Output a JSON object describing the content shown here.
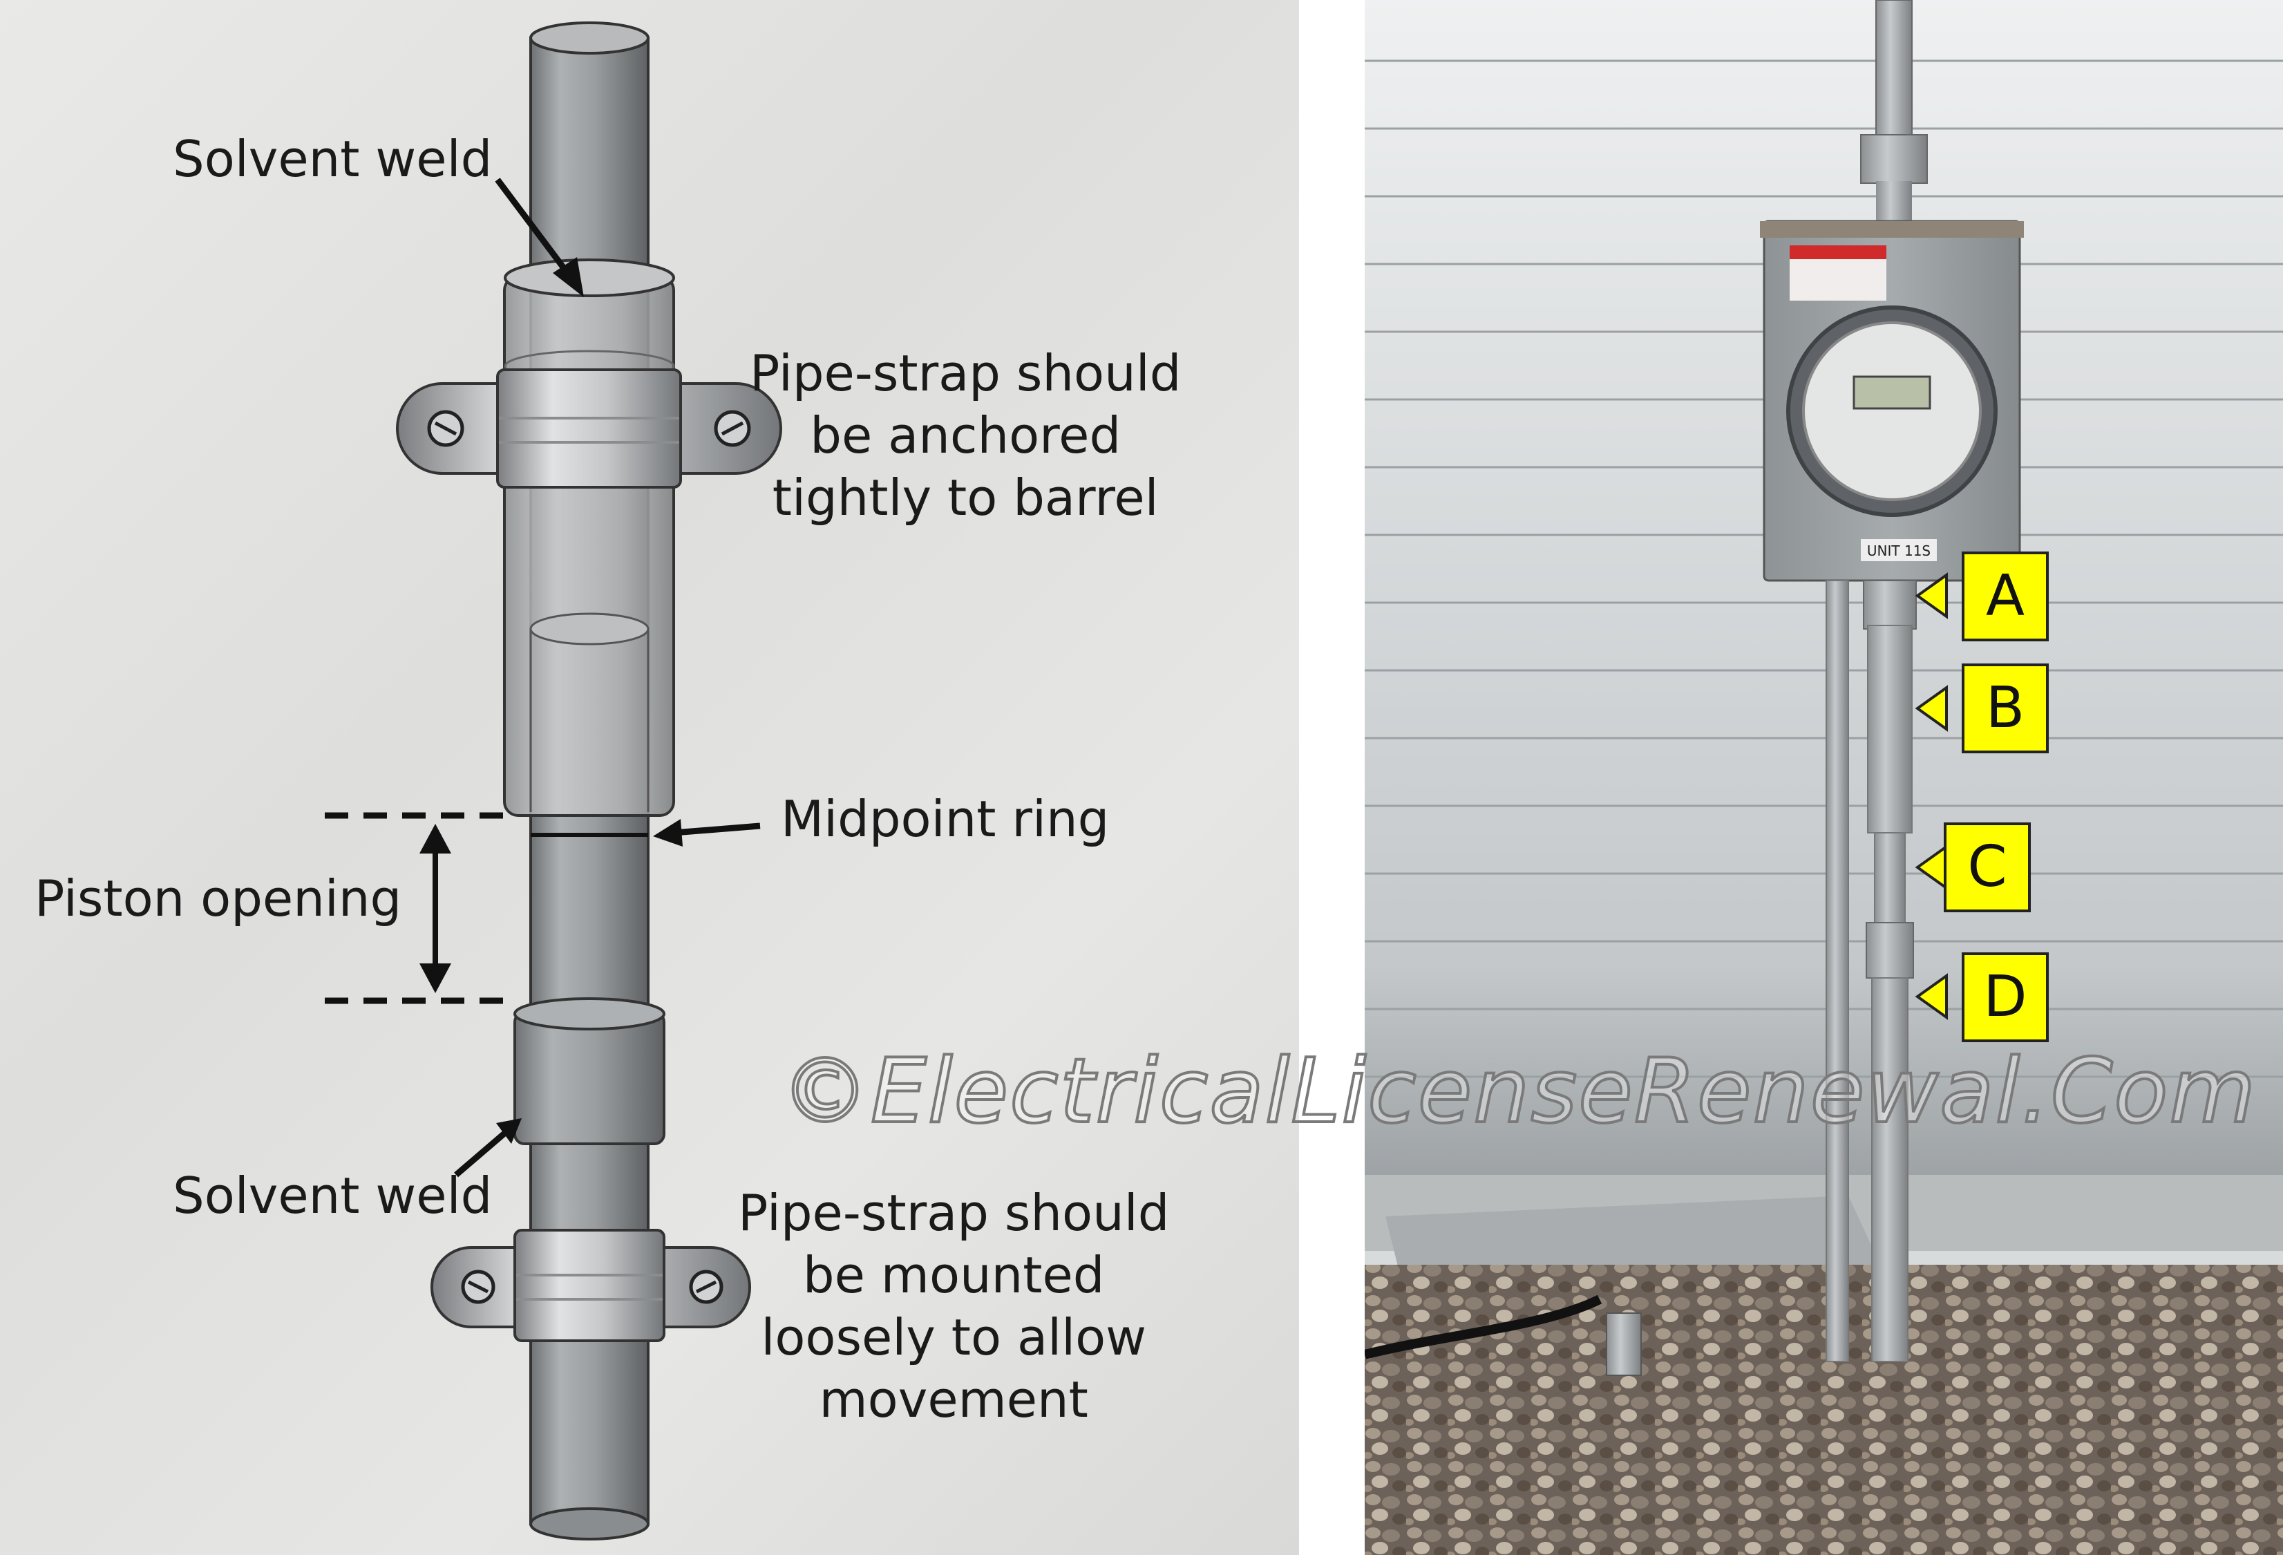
{
  "diagram": {
    "labels": {
      "solvent_weld_top": "Solvent weld",
      "strap_top": "Pipe-strap should\nbe anchored\ntightly to barrel",
      "midpoint_ring": "Midpoint ring",
      "piston_opening": "Piston opening",
      "solvent_weld_bottom": "Solvent weld",
      "strap_bottom": "Pipe-strap should\nbe mounted\nloosely to allow\nmovement"
    }
  },
  "photo": {
    "tags": {
      "a": "A",
      "b": "B",
      "c": "C",
      "d": "D"
    },
    "meter_label": "UNIT 11S"
  },
  "watermark": "©ElectricalLicenseRenewal.Com",
  "colors": {
    "tag_fill": "#ffff00",
    "pipe_gray": "#9ea0a2"
  }
}
